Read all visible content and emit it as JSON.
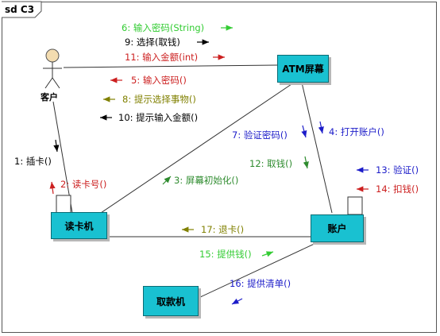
{
  "diagram": {
    "frame_title": "sd C3",
    "actor": "客户",
    "objects": {
      "atm_screen": "ATM屏幕",
      "card_reader": "读卡机",
      "account": "账户",
      "dispenser": "取款机"
    },
    "colors": {
      "green": "#33cc33",
      "black": "#000000",
      "red": "#cc1f1f",
      "olive": "#808000",
      "blue": "#1c1cc9",
      "dark_green": "#2e8b2e",
      "box_fill": "#19c1d1"
    },
    "messages": [
      {
        "id": "m6",
        "label": "6: 输入密码(String)",
        "color": "green"
      },
      {
        "id": "m9",
        "label": "9: 选择(取钱)",
        "color": "black"
      },
      {
        "id": "m11",
        "label": "11: 输入金额(int)",
        "color": "red"
      },
      {
        "id": "m5",
        "label": "5: 输入密码()",
        "color": "red"
      },
      {
        "id": "m8",
        "label": "8: 提示选择事物()",
        "color": "olive"
      },
      {
        "id": "m10",
        "label": "10: 提示输入金额()",
        "color": "black"
      },
      {
        "id": "m1",
        "label": "1: 插卡()",
        "color": "black"
      },
      {
        "id": "m2",
        "label": "2: 读卡号()",
        "color": "red"
      },
      {
        "id": "m3",
        "label": "3: 屏幕初始化()",
        "color": "dark_green"
      },
      {
        "id": "m7",
        "label": "7: 验证密码()",
        "color": "blue"
      },
      {
        "id": "m4",
        "label": "4: 打开账户()",
        "color": "blue"
      },
      {
        "id": "m12",
        "label": "12: 取钱()",
        "color": "dark_green"
      },
      {
        "id": "m13",
        "label": "13: 验证()",
        "color": "blue"
      },
      {
        "id": "m14",
        "label": "14: 扣钱()",
        "color": "red"
      },
      {
        "id": "m17",
        "label": "17: 退卡()",
        "color": "olive"
      },
      {
        "id": "m15",
        "label": "15: 提供钱()",
        "color": "green"
      },
      {
        "id": "m16",
        "label": "16: 提供清单()",
        "color": "blue"
      }
    ]
  }
}
